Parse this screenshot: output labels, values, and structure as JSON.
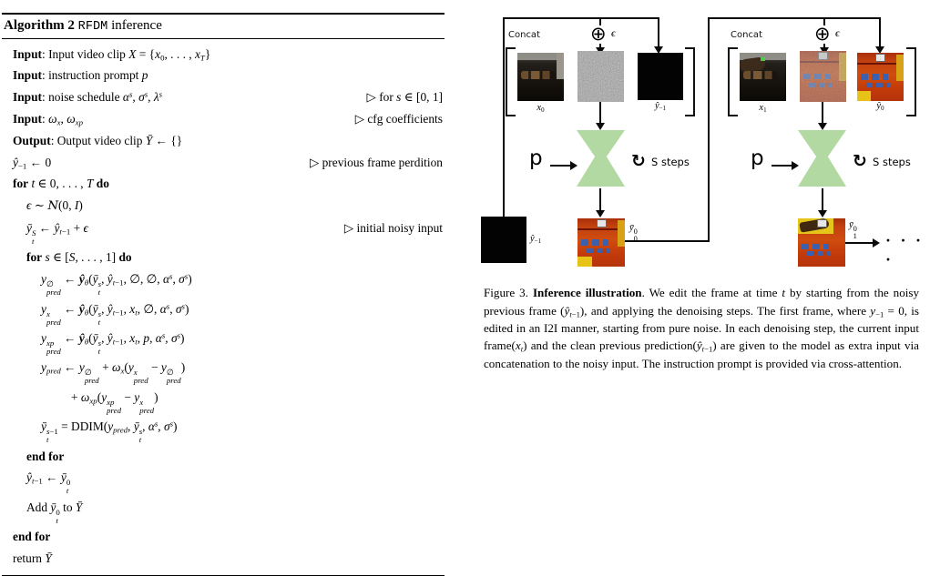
{
  "colors": {
    "model_green": "#b3d9a2",
    "thermal_orange": "#c44210",
    "ink": "#000000",
    "page_bg": "#ffffff"
  },
  "algorithm": {
    "title_html": "<b>Algorithm 2</b> <span class=\"tt\">RFDM</span> inference",
    "lines": [
      {
        "code": "<b>Input</b>: Input video clip <i>X</i> = {<i>x</i><sub>0</sub>, . . . , <i>x</i><sub><i>T</i></sub>}"
      },
      {
        "code": "<b>Input</b>: instruction prompt <i>p</i>"
      },
      {
        "code": "<b>Input</b>: noise schedule <i>α</i><sup><i>s</i></sup>, <i>σ</i><sup><i>s</i></sup>, <i>λ</i><sup><i>s</i></sup>",
        "comment": "▷ for <i>s</i> ∈ [0, 1]"
      },
      {
        "code": "<b>Input</b>: <i>ω</i><sub><i>x</i></sub>, <i>ω</i><sub><i>xp</i></sub>",
        "comment": "▷ cfg coefficients"
      },
      {
        "code": "<b>Output</b>: Output video clip <i>Ȳ</i> ← {}"
      },
      {
        "code": "<i>ŷ</i><sub>−1</sub> ← 0",
        "comment": "▷ previous frame perdition"
      },
      {
        "code": "<b>for</b> <i>t</i> ∈ 0, . . . , <i>T</i> <b>do</b>"
      },
      {
        "code": "<i>ϵ</i> ∼ <span class=\"cal\">N</span>(0, <i>I</i>)"
      },
      {
        "code": "<i>ȳ</i><span class=\"ss\"><sup><i>S</i></sup><sub><i>t</i></sub></span> ← <i>ŷ</i><sub><i>t</i>−1</sub> + <i>ϵ</i>",
        "comment": "▷ initial noisy input"
      },
      {
        "code": "<b>for</b> <i>s</i> ∈ [<i>S</i>, . . . , 1] <b>do</b>"
      },
      {
        "code": "<i>y</i><span class=\"ss\"><sup>∅</sup><sub><i>pred</i></sub></span> ← <b><i>ŷ</i></b><sub><i>θ</i></sub>(<i>ȳ</i><span class=\"ss\"><sup><i>s</i></sup><sub><i>t</i></sub></span>, <i>ŷ</i><sub><i>t</i>−1</sub>, ∅, ∅, <i>α</i><sup><i>s</i></sup>, <i>σ</i><sup><i>s</i></sup>)"
      },
      {
        "code": "<i>y</i><span class=\"ss\"><sup><i>x</i></sup><sub><i>pred</i></sub></span> ← <b><i>ŷ</i></b><sub><i>θ</i></sub>(<i>ȳ</i><span class=\"ss\"><sup><i>s</i></sup><sub><i>t</i></sub></span>, <i>ŷ</i><sub><i>t</i>−1</sub>, <i>x</i><sub><i>t</i></sub>, ∅, <i>α</i><sup><i>s</i></sup>, <i>σ</i><sup><i>s</i></sup>)"
      },
      {
        "code": "<i>y</i><span class=\"ss\"><sup><i>xp</i></sup><sub><i>pred</i></sub></span> ← <b><i>ŷ</i></b><sub><i>θ</i></sub>(<i>ȳ</i><span class=\"ss\"><sup><i>s</i></sup><sub><i>t</i></sub></span>, <i>ŷ</i><sub><i>t</i>−1</sub>, <i>x</i><sub><i>t</i></sub>, <i>p</i>, <i>α</i><sup><i>s</i></sup>, <i>σ</i><sup><i>s</i></sup>)"
      },
      {
        "code": "<i>y</i><sub><i>pred</i></sub> ← <i>y</i><span class=\"ss\"><sup>∅</sup><sub><i>pred</i></sub></span> + <i>ω</i><sub><i>x</i></sub>(<i>y</i><span class=\"ss\"><sup><i>x</i></sup><sub><i>pred</i></sub></span> − <i>y</i><span class=\"ss\"><sup>∅</sup><sub><i>pred</i></sub></span>)"
      },
      {
        "code": "+ <i>ω</i><sub><i>xp</i></sub>(<i>y</i><span class=\"ss\"><sup><i>xp</i></sup><sub><i>pred</i></sub></span> − <i>y</i><span class=\"ss\"><sup><i>x</i></sup><sub><i>pred</i></sub></span>)"
      },
      {
        "code": "<i>ȳ</i><span class=\"ss\"><sup><i>s</i>−1</sup><sub><i>t</i></sub></span> = DDIM(<i>y</i><sub><i>pred</i></sub>, <i>ȳ</i><span class=\"ss\"><sup><i>s</i></sup><sub><i>t</i></sub></span>, <i>α</i><sup><i>s</i></sup>, <i>σ</i><sup><i>s</i></sup>)"
      },
      {
        "code": "<b>end for</b>"
      },
      {
        "code": "<i>ŷ</i><sub><i>t</i>−1</sub> ← <i>ȳ</i><span class=\"ss\"><sup>0</sup><sub><i>t</i></sub></span>"
      },
      {
        "code": "Add <i>ȳ</i><span class=\"ss\"><sup>0</sup><sub><i>t</i></sub></span> to <i>Ȳ</i>"
      },
      {
        "code": "<b>end for</b>"
      },
      {
        "code": "return <i>Ȳ</i>"
      }
    ]
  },
  "figure": {
    "groups": [
      {
        "concat": "Concat",
        "eps_html": "<i>ϵ</i>",
        "p": "p",
        "steps": "S steps",
        "x_label_html": "<i>x</i><sub>0</sub>",
        "prev_bracket_label_html": "<i>ŷ</i><sub>−1</sub>",
        "prev_corner_label_html": "<i>ŷ</i><sub>−1</sub>",
        "out_label_html": "<i>ȳ</i><span class=\"ss\"><sup>0</sup><sub>0</sub></span>"
      },
      {
        "concat": "Concat",
        "eps_html": "<i>ϵ</i>",
        "p": "p",
        "steps": "S steps",
        "x_label_html": "<i>x</i><sub>1</sub>",
        "prev_bracket_label_html": "<i>ŷ</i><sub>0</sub>",
        "out_label_html": "<i>ȳ</i><span class=\"ss\"><sup>0</sup><sub>1</sub></span>",
        "dots": "· · · ·"
      }
    ],
    "caption_html": "Figure 3. <b>Inference illustration</b>. We edit the frame at time <i>t</i> by starting from the noisy previous frame (<i>ŷ</i><sub><i>t</i>−1</sub>), and applying the denoising steps. The first frame, where <i>y</i><sub>−1</sub> = 0, is edited in an I2I manner, starting from pure noise. In each denoising step, the current input frame(<i>x</i><sub><i>t</i></sub>) and the clean previous prediction(<i>ŷ</i><sub><i>t</i>−1</sub>) are given to the model as extra input via concatenation to the noisy input. The instruction prompt is provided via cross-attention."
  }
}
